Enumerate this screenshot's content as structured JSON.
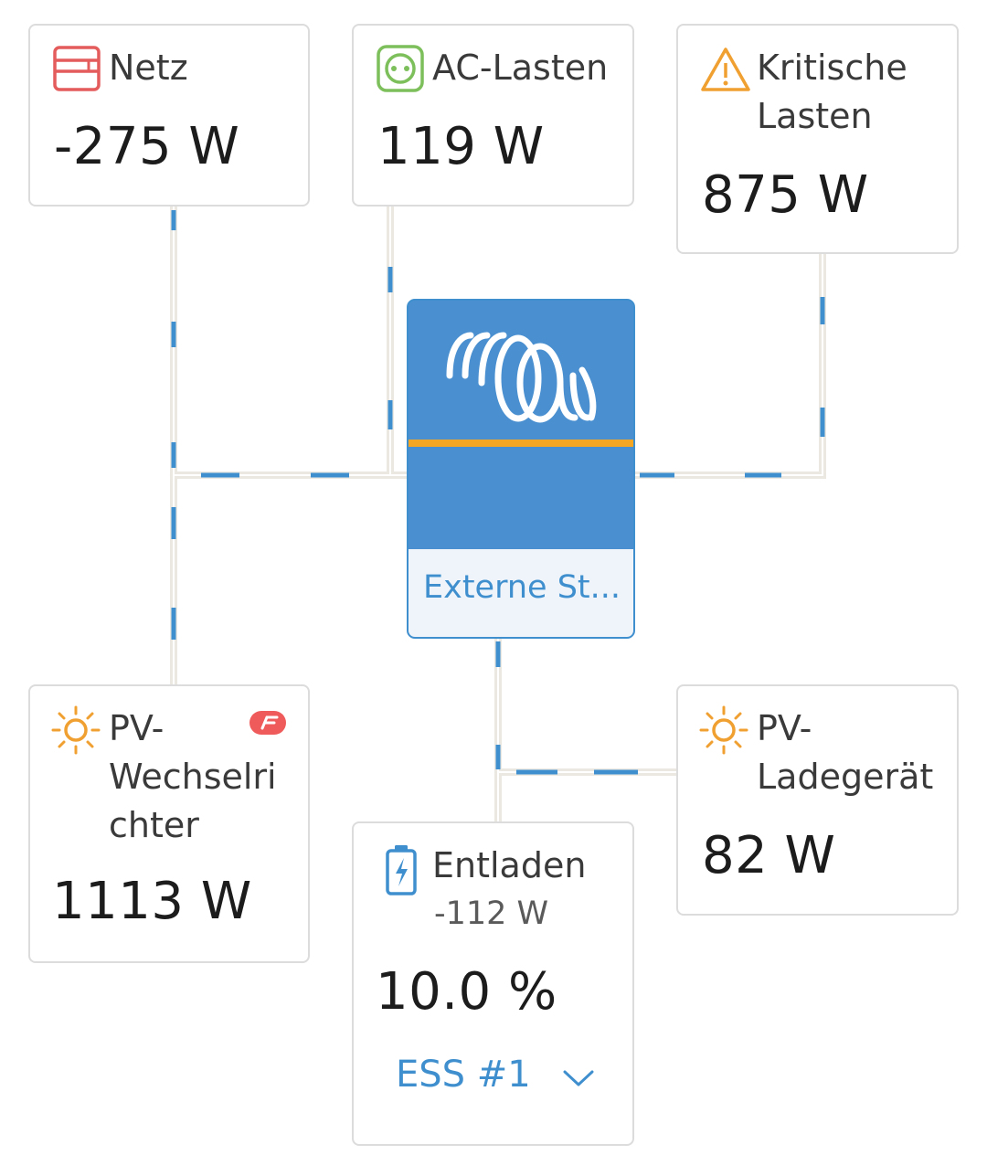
{
  "cards": {
    "netz": {
      "title": "Netz",
      "value": "-275 W",
      "icon": "grid-meter-icon"
    },
    "ac_lasten": {
      "title": "AC-Lasten",
      "value": "119 W",
      "icon": "power-socket-icon"
    },
    "kritische": {
      "title_line1": "Kritische",
      "title_line2": "Lasten",
      "value": "875 W",
      "icon": "warning-triangle-icon"
    },
    "pv_wechselrichter": {
      "title_line1": "PV-",
      "title_line2": "Wechselri",
      "title_line3": "chter",
      "value": "1113 W",
      "icon": "sun-icon",
      "badge_icon": "fronius-badge-icon"
    },
    "pv_ladegeraet": {
      "title_line1": "PV-",
      "title_line2": "Ladegerät",
      "value": "82 W",
      "icon": "sun-icon"
    },
    "battery": {
      "title": "Entladen",
      "power": "-112 W",
      "soc": "10.0 %",
      "selector_label": "ESS #1",
      "icon": "battery-charging-icon"
    }
  },
  "inverter": {
    "label": "Externe St...",
    "logo": "victron-logo-icon"
  },
  "colors": {
    "wire": "#e8e6e0",
    "flow_dash": "#3f8fce",
    "inverter_blue": "#4a90d0",
    "inverter_stripe": "#f5a623",
    "grid_red": "#e45c5c",
    "ac_green": "#7cbf5b",
    "warning_orange": "#f0a030",
    "sun_orange": "#f0a030",
    "accent_blue": "#3f8fce"
  }
}
